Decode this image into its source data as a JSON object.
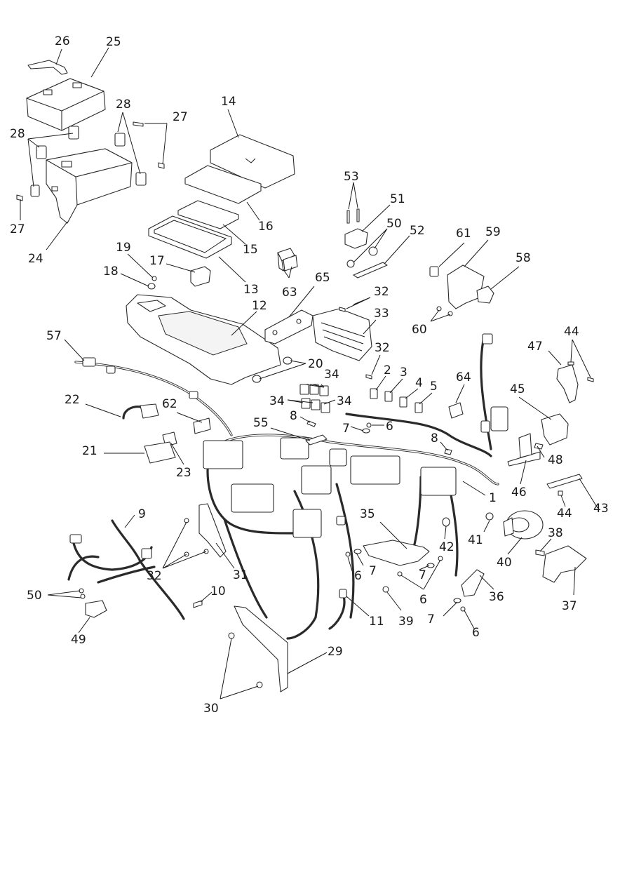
{
  "diagram": {
    "callouts": [
      {
        "id": "c1",
        "text": "1"
      },
      {
        "id": "c2",
        "text": "2"
      },
      {
        "id": "c3",
        "text": "3"
      },
      {
        "id": "c4",
        "text": "4"
      },
      {
        "id": "c5",
        "text": "5"
      },
      {
        "id": "c6a",
        "text": "6"
      },
      {
        "id": "c6b",
        "text": "6"
      },
      {
        "id": "c6c",
        "text": "6"
      },
      {
        "id": "c6d",
        "text": "6"
      },
      {
        "id": "c7a",
        "text": "7"
      },
      {
        "id": "c7b",
        "text": "7"
      },
      {
        "id": "c7c",
        "text": "7"
      },
      {
        "id": "c7d",
        "text": "7"
      },
      {
        "id": "c8a",
        "text": "8"
      },
      {
        "id": "c8b",
        "text": "8"
      },
      {
        "id": "c9",
        "text": "9"
      },
      {
        "id": "c10",
        "text": "10"
      },
      {
        "id": "c11",
        "text": "11"
      },
      {
        "id": "c12",
        "text": "12"
      },
      {
        "id": "c13",
        "text": "13"
      },
      {
        "id": "c14",
        "text": "14"
      },
      {
        "id": "c15",
        "text": "15"
      },
      {
        "id": "c16",
        "text": "16"
      },
      {
        "id": "c17",
        "text": "17"
      },
      {
        "id": "c18",
        "text": "18"
      },
      {
        "id": "c19",
        "text": "19"
      },
      {
        "id": "c20",
        "text": "20"
      },
      {
        "id": "c21",
        "text": "21"
      },
      {
        "id": "c22",
        "text": "22"
      },
      {
        "id": "c23",
        "text": "23"
      },
      {
        "id": "c24",
        "text": "24"
      },
      {
        "id": "c25",
        "text": "25"
      },
      {
        "id": "c26",
        "text": "26"
      },
      {
        "id": "c27a",
        "text": "27"
      },
      {
        "id": "c27b",
        "text": "27"
      },
      {
        "id": "c28a",
        "text": "28"
      },
      {
        "id": "c28b",
        "text": "28"
      },
      {
        "id": "c29",
        "text": "29"
      },
      {
        "id": "c30",
        "text": "30"
      },
      {
        "id": "c31",
        "text": "31"
      },
      {
        "id": "c32a",
        "text": "32"
      },
      {
        "id": "c32b",
        "text": "32"
      },
      {
        "id": "c32c",
        "text": "32"
      },
      {
        "id": "c33",
        "text": "33"
      },
      {
        "id": "c34a",
        "text": "34"
      },
      {
        "id": "c34b",
        "text": "34"
      },
      {
        "id": "c34c",
        "text": "34"
      },
      {
        "id": "c35",
        "text": "35"
      },
      {
        "id": "c36",
        "text": "36"
      },
      {
        "id": "c37",
        "text": "37"
      },
      {
        "id": "c38",
        "text": "38"
      },
      {
        "id": "c39",
        "text": "39"
      },
      {
        "id": "c40",
        "text": "40"
      },
      {
        "id": "c41",
        "text": "41"
      },
      {
        "id": "c42",
        "text": "42"
      },
      {
        "id": "c43",
        "text": "43"
      },
      {
        "id": "c44a",
        "text": "44"
      },
      {
        "id": "c44b",
        "text": "44"
      },
      {
        "id": "c45",
        "text": "45"
      },
      {
        "id": "c46",
        "text": "46"
      },
      {
        "id": "c47",
        "text": "47"
      },
      {
        "id": "c48",
        "text": "48"
      },
      {
        "id": "c49",
        "text": "49"
      },
      {
        "id": "c50a",
        "text": "50"
      },
      {
        "id": "c50b",
        "text": "50"
      },
      {
        "id": "c51",
        "text": "51"
      },
      {
        "id": "c52",
        "text": "52"
      },
      {
        "id": "c53",
        "text": "53"
      },
      {
        "id": "c55",
        "text": "55"
      },
      {
        "id": "c57",
        "text": "57"
      },
      {
        "id": "c58",
        "text": "58"
      },
      {
        "id": "c59",
        "text": "59"
      },
      {
        "id": "c60",
        "text": "60"
      },
      {
        "id": "c61",
        "text": "61"
      },
      {
        "id": "c62",
        "text": "62"
      },
      {
        "id": "c63",
        "text": "63"
      },
      {
        "id": "c64",
        "text": "64"
      },
      {
        "id": "c65",
        "text": "65"
      }
    ]
  }
}
